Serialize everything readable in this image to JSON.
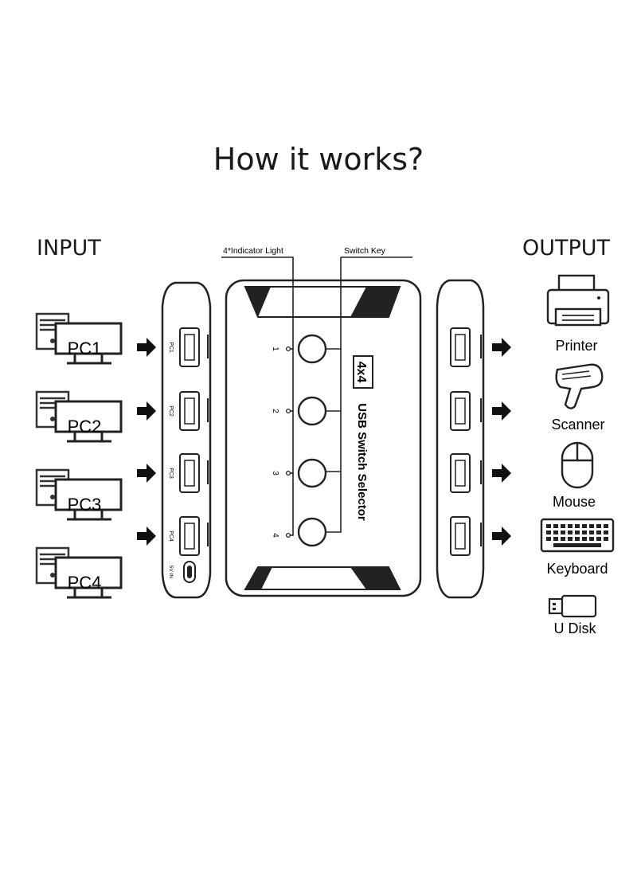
{
  "title": "How it works?",
  "input_label": "INPUT",
  "output_label": "OUTPUT",
  "pcs": [
    "PC1",
    "PC2",
    "PC3",
    "PC4"
  ],
  "callouts": {
    "indicator": "4*Indicator Light",
    "switch_key": "Switch Key"
  },
  "device": {
    "badge": "4x4",
    "name": "USB Switch Selector",
    "channels": [
      "1",
      "2",
      "3",
      "4"
    ]
  },
  "input_ports": [
    "PC1",
    "PC2",
    "PC3",
    "PC4"
  ],
  "power_label": "5V IN",
  "outputs": [
    "Printer",
    "Scanner",
    "Mouse",
    "Keyboard",
    "U Disk"
  ],
  "icons": [
    "computer-icon",
    "printer-icon",
    "scanner-icon",
    "mouse-icon",
    "keyboard-icon",
    "usb-disk-icon",
    "arrow-right-icon"
  ]
}
